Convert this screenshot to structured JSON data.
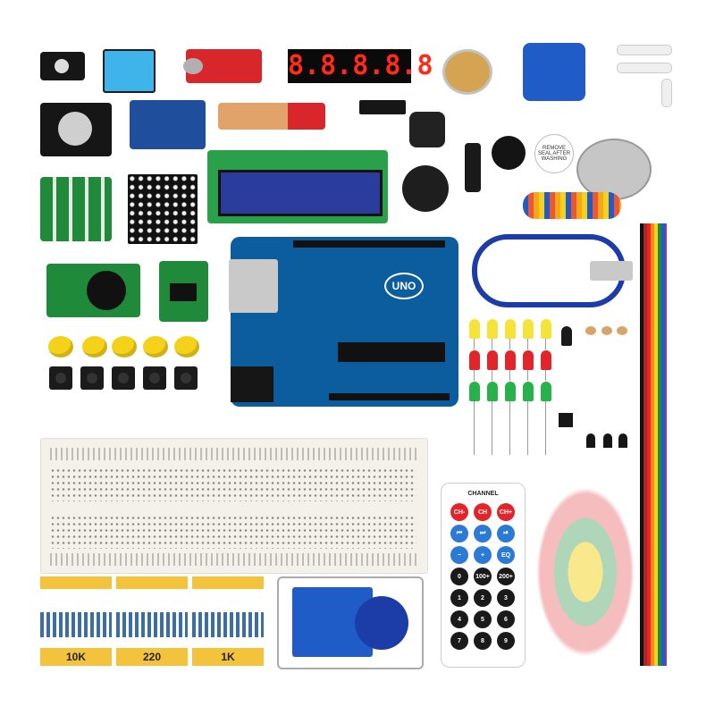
{
  "modules": {
    "seven_segment": "8.8.8.8.8",
    "ir_remote_header": "CHANNEL",
    "remote_buttons_row1": [
      "CH-",
      "CH",
      "CH+"
    ],
    "remote_buttons_row3": [
      "−",
      "+",
      "EQ"
    ],
    "remote_buttons_row4": [
      "0",
      "100+",
      "200+"
    ],
    "remote_numbers": [
      "1",
      "2",
      "3",
      "4",
      "5",
      "6",
      "7",
      "8",
      "9"
    ],
    "arduino_label": "UNO",
    "resistor_labels": [
      "10K",
      "220",
      "1K"
    ],
    "bubble_label": "REMOVE SEAL AFTER WASHING"
  },
  "colors": {
    "pcb_blue": "#1f4f9c",
    "pcb_red": "#d8262b",
    "pcb_black": "#161616",
    "yellow_cap": "#f5d21a",
    "label_strip": "#f3c43b"
  }
}
